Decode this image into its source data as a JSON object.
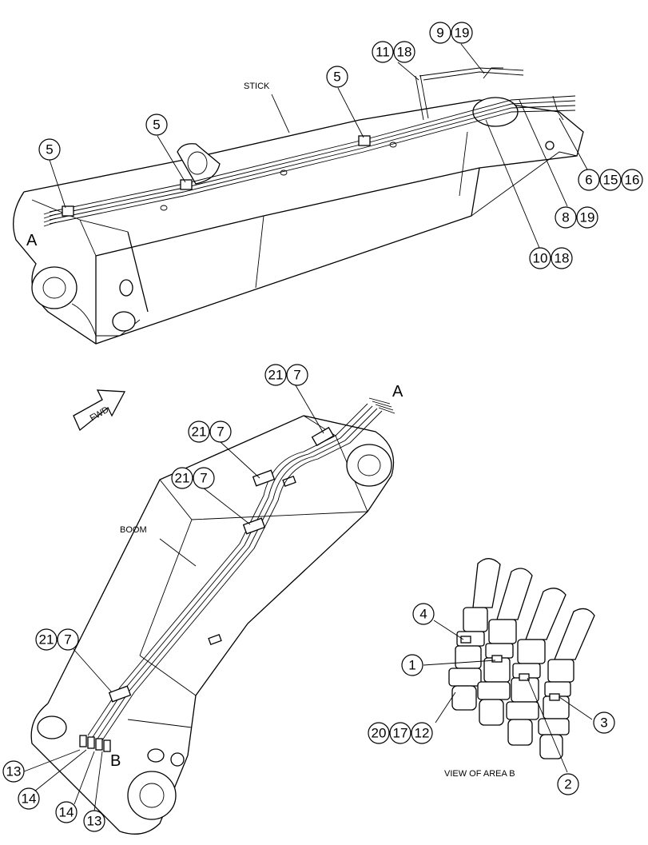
{
  "labels": {
    "stick": "STICK",
    "boom": "BOOM",
    "fwd": "FWD",
    "view": "VIEW OF AREA B",
    "point_a": "A",
    "point_b": "B"
  },
  "callouts": {
    "stick": [
      [
        "9",
        "19"
      ],
      [
        "11",
        "18"
      ],
      [
        "5"
      ],
      [
        "5"
      ],
      [
        "5"
      ],
      [
        "6",
        "15",
        "16"
      ],
      [
        "8",
        "19"
      ],
      [
        "10",
        "18"
      ]
    ],
    "boom": [
      [
        "21",
        "7"
      ],
      [
        "21",
        "7"
      ],
      [
        "21",
        "7"
      ],
      [
        "21",
        "7"
      ],
      [
        "13"
      ],
      [
        "14"
      ],
      [
        "14"
      ],
      [
        "13"
      ]
    ],
    "detail": [
      [
        "4"
      ],
      [
        "1"
      ],
      [
        "3"
      ],
      [
        "2"
      ],
      [
        "20",
        "17",
        "12"
      ]
    ]
  }
}
